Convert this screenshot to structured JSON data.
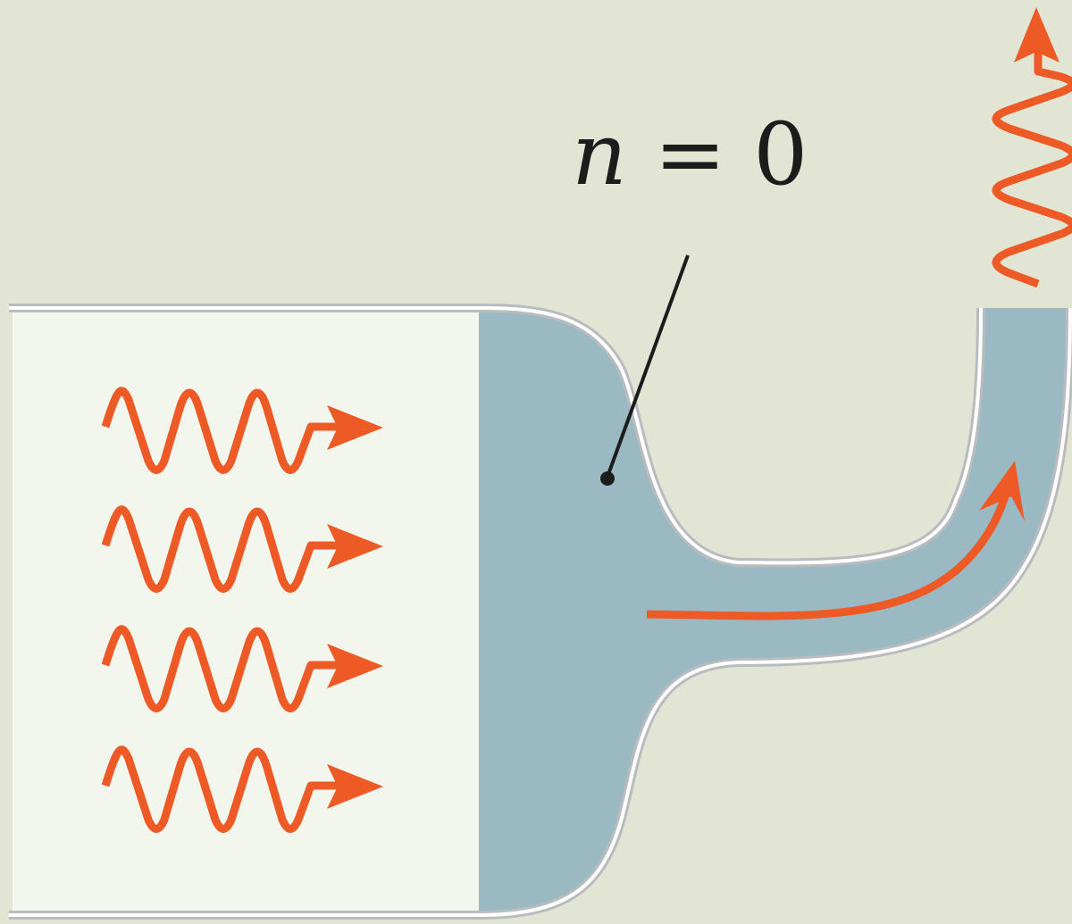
{
  "annotation": {
    "symbol": "n",
    "relation": " = 0"
  },
  "colors": {
    "background": "#e3e5d4",
    "left_region": "#f3f6ec",
    "channel_fill": "#9bb9c3",
    "wall_outer": "#b9bcbf",
    "wall_inner": "#ffffff",
    "wave": "#ee5a26",
    "pointer": "#1c1c1c"
  },
  "icons": {
    "incoming_wave": "wavy-arrow-right-icon",
    "outgoing_wave": "wavy-arrow-up-icon",
    "flow": "curved-arrow-icon"
  },
  "incoming_wave_count": 4
}
